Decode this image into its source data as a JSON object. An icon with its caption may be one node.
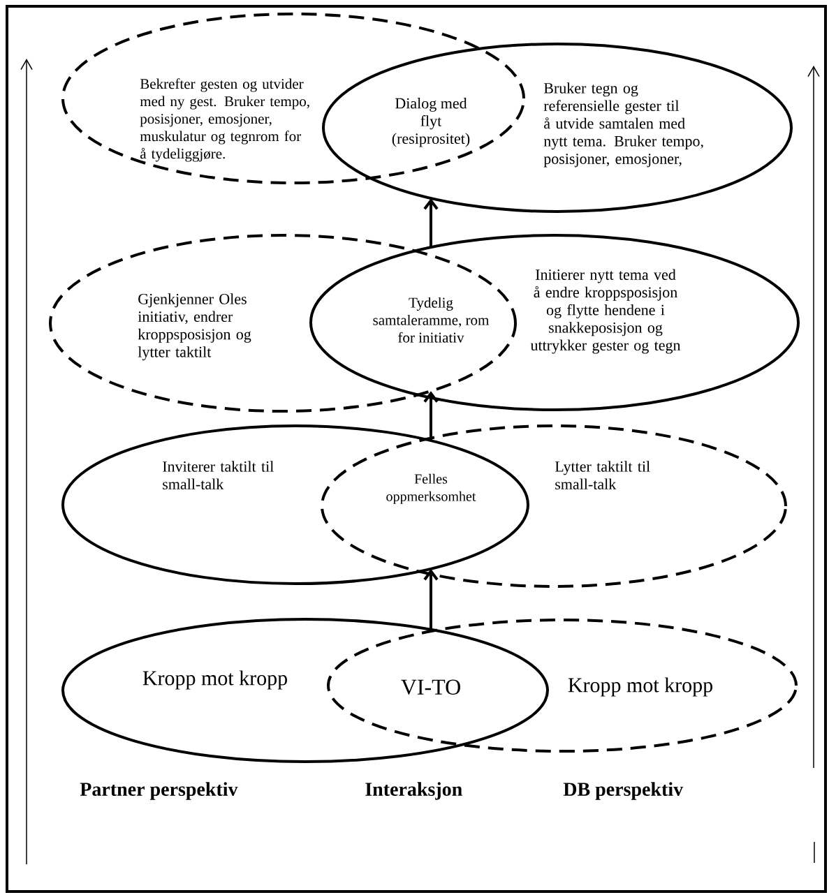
{
  "diagram": {
    "nodes": [
      {
        "text": [
          "Bekrefter gesten og utvider med ny gest. Bruker tempo, posisjoner, emosjoner, muskulatur og tegnrom for å tydeliggjøre."
        ]
      },
      {
        "text": [
          "Dialog med flyt (resiprositet)"
        ]
      },
      {
        "text": [
          "Bruker tegn og referensielle gester til å utvide samtalen med nytt tema. Bruker tempo, posisjoner, emosjoner,"
        ]
      },
      {
        "text": [
          "Gjenkjenner Oles initiativ, endrer kroppsposisjon og lytter taktilt"
        ]
      },
      {
        "text": [
          "Tydelig samtaleramme, rom for initiativ"
        ]
      },
      {
        "text": [
          "Initierer nytt tema ved å endre kroppsposisjon og flytte hendene i snakkeposisjon og uttrykker gester og tegn"
        ]
      },
      {
        "text": [
          "Inviterer taktilt til small-talk"
        ]
      },
      {
        "text": [
          "Felles oppmerksomhet"
        ]
      },
      {
        "text": [
          "Lytter taktilt til small-talk"
        ]
      },
      {
        "text": [
          "Kropp mot kropp"
        ]
      },
      {
        "text": [
          "VI-TO"
        ]
      },
      {
        "text": [
          "Kropp mot kropp"
        ]
      }
    ],
    "edges": [
      {
        "from": 11,
        "to": 6,
        "arrow": "to"
      },
      {
        "from": 6,
        "to": 3,
        "arrow": "to"
      },
      {
        "from": 5,
        "to": 2,
        "arrow": "to"
      }
    ],
    "labels": [
      "Partner perspektiv",
      "Interaksjon",
      "DB perspektiv"
    ]
  }
}
